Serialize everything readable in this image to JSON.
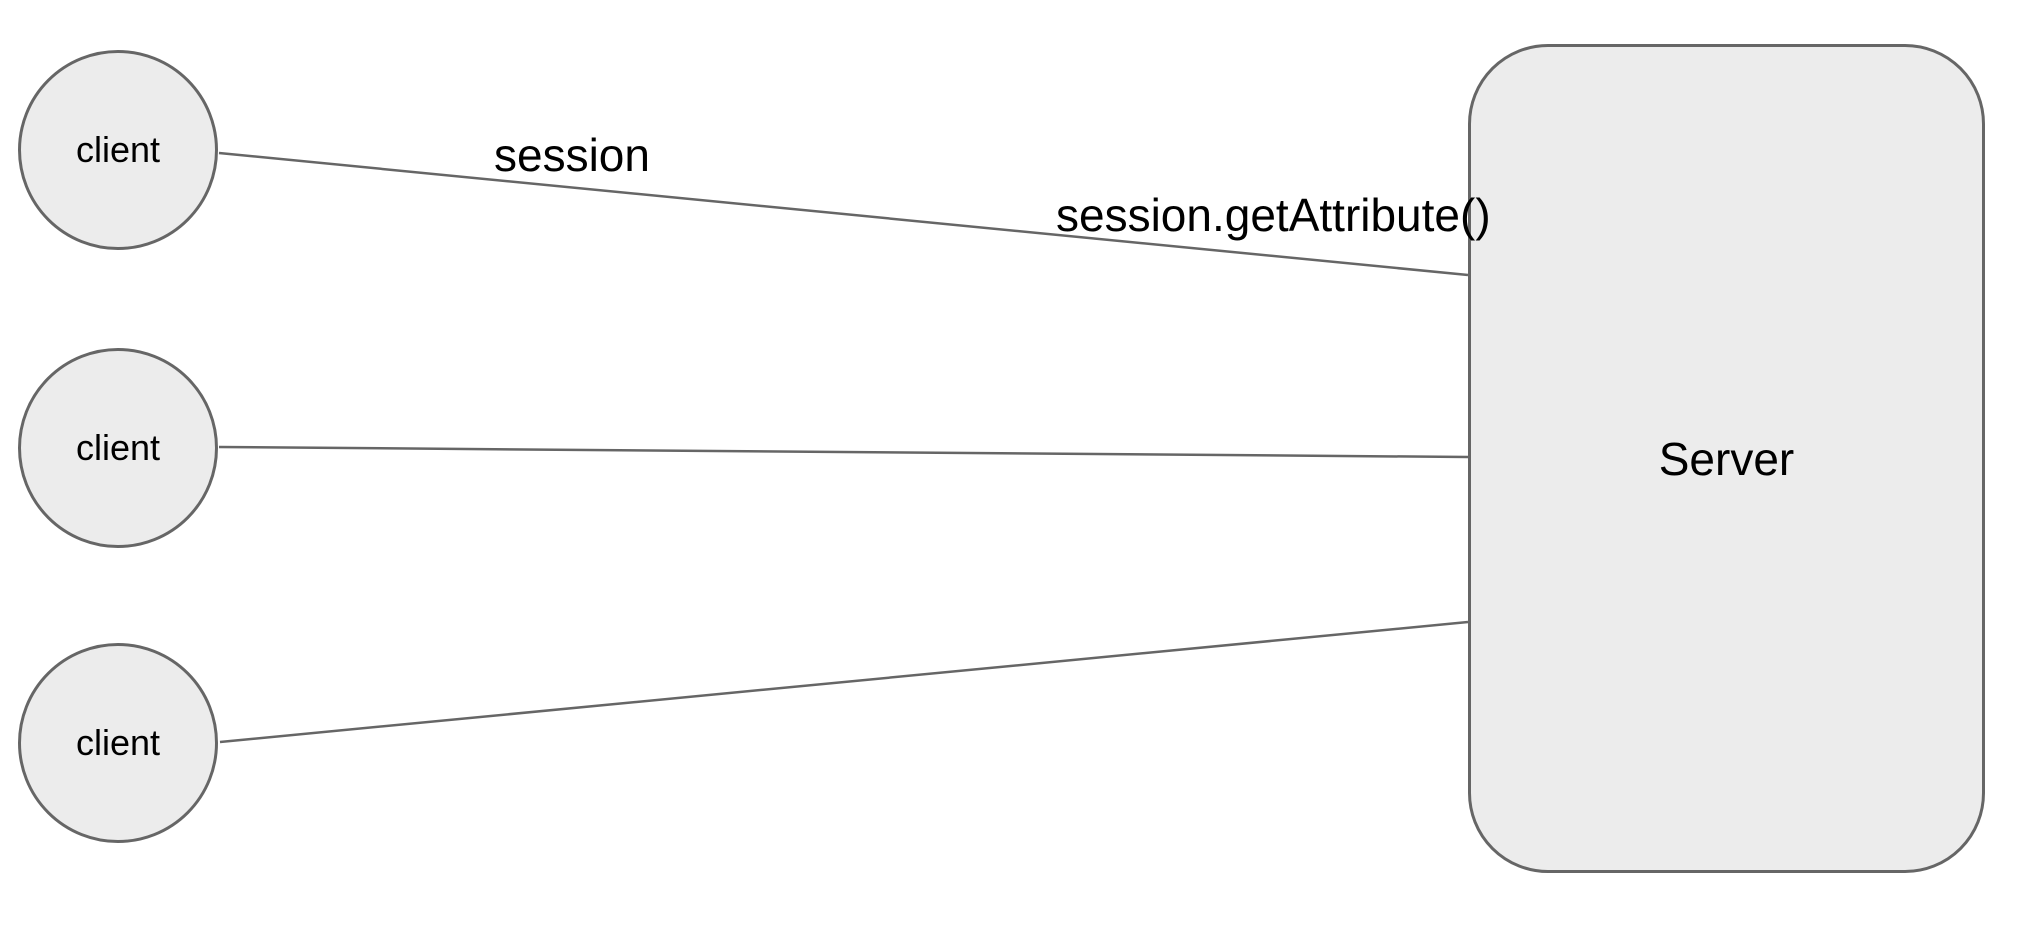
{
  "nodes": {
    "clients": [
      {
        "id": "client-1",
        "label": "client"
      },
      {
        "id": "client-2",
        "label": "client"
      },
      {
        "id": "client-3",
        "label": "client"
      }
    ],
    "server": {
      "id": "server",
      "label": "Server"
    }
  },
  "edges": [
    {
      "from": "client-1",
      "to": "server",
      "label": "session",
      "end_label": "session.getAttribute()"
    },
    {
      "from": "client-2",
      "to": "server",
      "label": ""
    },
    {
      "from": "client-3",
      "to": "server",
      "label": ""
    }
  ],
  "colors": {
    "canvas_background": "#ffffff",
    "node_fill": "#ececec",
    "node_stroke": "#666666",
    "edge_stroke": "#666666",
    "label_text": "#000000"
  }
}
